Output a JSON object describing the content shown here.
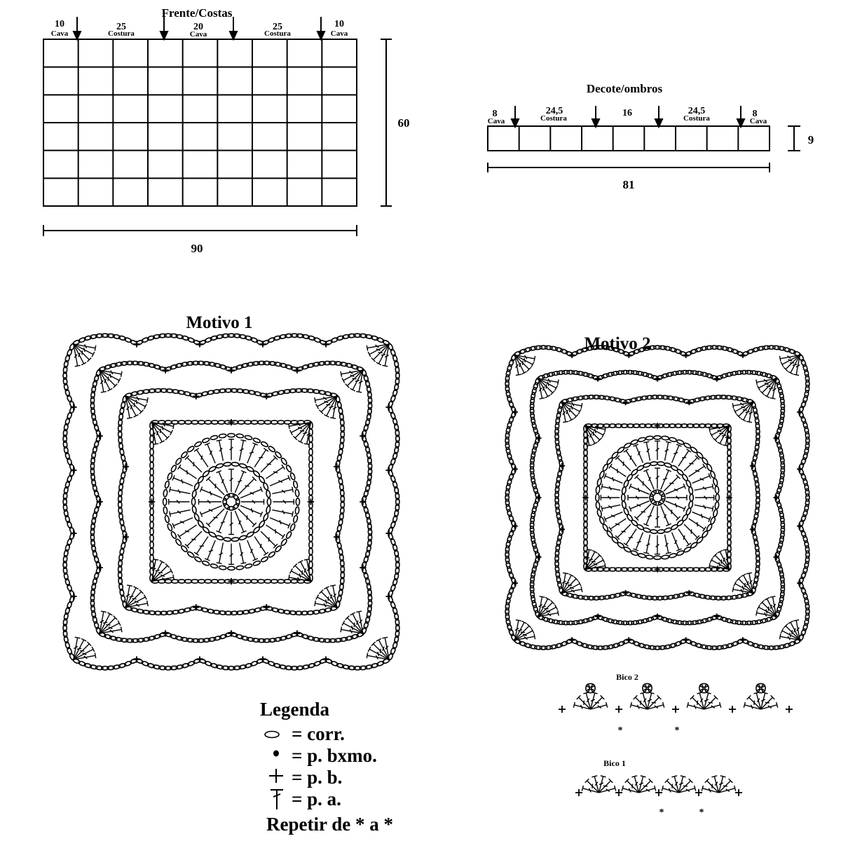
{
  "schematic_front_back": {
    "title": "Frente/Costas",
    "height": "60",
    "width": "90",
    "segments": [
      {
        "value": "10",
        "label": "Cava"
      },
      {
        "value": "25",
        "label": "Costura"
      },
      {
        "value": "20",
        "label": "Cava"
      },
      {
        "value": "25",
        "label": "Costura"
      },
      {
        "value": "10",
        "label": "Cava"
      }
    ]
  },
  "schematic_neck_shoulders": {
    "title": "Decote/ombros",
    "height": "9",
    "width": "81",
    "segments": [
      {
        "value": "8",
        "label": "Cava"
      },
      {
        "value": "24,5",
        "label": "Costura"
      },
      {
        "value": "16",
        "label": ""
      },
      {
        "value": "24,5",
        "label": "Costura"
      },
      {
        "value": "8",
        "label": "Cava"
      }
    ]
  },
  "motif1": {
    "title": "Motivo 1"
  },
  "motif2": {
    "title": "Motivo 2"
  },
  "bico2": {
    "title": "Bico 2",
    "repeat_mark": "*"
  },
  "bico1": {
    "title": "Bico 1",
    "repeat_mark": "*"
  },
  "legend": {
    "title": "Legenda",
    "items": [
      {
        "symbol": "chain-oval-icon",
        "text": "= corr."
      },
      {
        "symbol": "slip-stitch-dot-icon",
        "text": "= p. bxmo."
      },
      {
        "symbol": "single-crochet-plus-icon",
        "text": "= p. b."
      },
      {
        "symbol": "double-crochet-t-icon",
        "text": "= p. a."
      }
    ],
    "repeat_note": "Repetir de * a *"
  }
}
